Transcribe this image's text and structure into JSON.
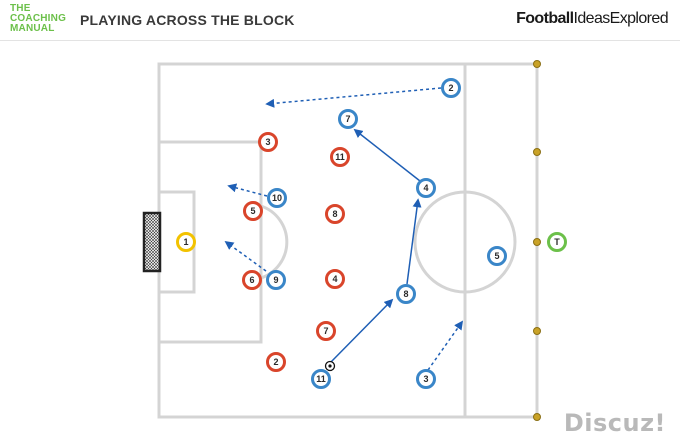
{
  "header": {
    "logo_lines": [
      "THE",
      "COACHING",
      "MANUAL"
    ],
    "title": "PLAYING ACROSS THE BLOCK",
    "brand_bold": "Football",
    "brand_regular": "IdeasExplored"
  },
  "watermark": "Discuz!",
  "colors": {
    "attack": "#3a86c8",
    "defend": "#d9452b",
    "keeper": "#f2c200",
    "target": "#6cc04a",
    "pass_line": "#1f5fb5",
    "lines": "#d4d4d4",
    "cone": "#c9a227"
  },
  "players": {
    "attackers": [
      {
        "label": "2"
      },
      {
        "label": "7"
      },
      {
        "label": "4"
      },
      {
        "label": "10"
      },
      {
        "label": "9"
      },
      {
        "label": "8"
      },
      {
        "label": "11"
      },
      {
        "label": "3"
      },
      {
        "label": "5"
      }
    ],
    "defenders": [
      {
        "label": "3"
      },
      {
        "label": "11"
      },
      {
        "label": "5"
      },
      {
        "label": "8"
      },
      {
        "label": "6"
      },
      {
        "label": "4"
      },
      {
        "label": "7"
      },
      {
        "label": "2"
      }
    ],
    "keeper": {
      "label": "1"
    },
    "target": {
      "label": "T"
    }
  },
  "icons": [
    "goal-net-icon",
    "ball-icon",
    "cone-icon"
  ]
}
